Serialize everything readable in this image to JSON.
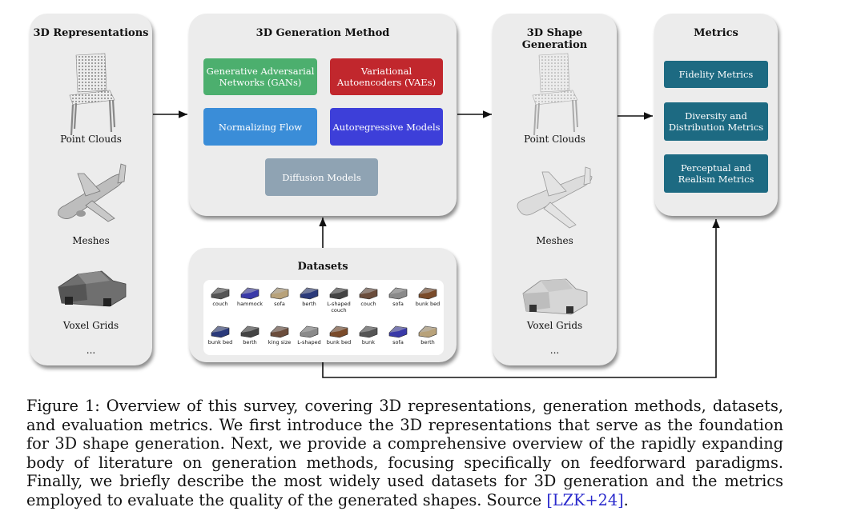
{
  "representations": {
    "title": "3D Representations",
    "items": [
      "Point Clouds",
      "Meshes",
      "Voxel Grids"
    ],
    "ellipsis": "..."
  },
  "methods": {
    "title": "3D Generation Method",
    "gan": "Generative Adversarial Networks (GANs)",
    "vae": "Variational Autoencoders (VAEs)",
    "flow": "Normalizing Flow",
    "autoregressive": "Autoregressive Models",
    "diffusion": "Diffusion Models",
    "colors": {
      "gan": "#4caf6e",
      "vae": "#c1272d",
      "flow": "#3a8dd8",
      "autoregressive": "#3d3fd9",
      "diffusion": "#8fa3b3"
    }
  },
  "shape_generation": {
    "title": "3D Shape Generation",
    "items": [
      "Point Clouds",
      "Meshes",
      "Voxel Grids"
    ],
    "ellipsis": "..."
  },
  "metrics": {
    "title": "Metrics",
    "items": [
      "Fidelity Metrics",
      "Diversity and Distribution Metrics",
      "Perceptual and Realism Metrics"
    ],
    "color": "#1d6a82"
  },
  "datasets": {
    "title": "Datasets",
    "row1": [
      "couch",
      "hammock",
      "sofa",
      "berth",
      "L-shaped couch",
      "couch",
      "sofa",
      "bunk bed"
    ],
    "row2": [
      "bunk bed",
      "berth",
      "king size",
      "L-shaped",
      "bunk bed",
      "bunk",
      "sofa",
      "berth"
    ]
  },
  "caption": {
    "text": "Figure 1: Overview of this survey, covering 3D representations, generation methods, datasets, and evaluation metrics. We first introduce the 3D representations that serve as the foundation for 3D shape generation. Next, we provide a comprehensive overview of the rapidly expanding body of literature on generation methods, focusing specifically on feedforward paradigms. Finally, we briefly describe the most widely used datasets for 3D generation and the metrics employed to evaluate the quality of the generated shapes. Source ",
    "citation": "[LZK+24]",
    "end": "."
  }
}
